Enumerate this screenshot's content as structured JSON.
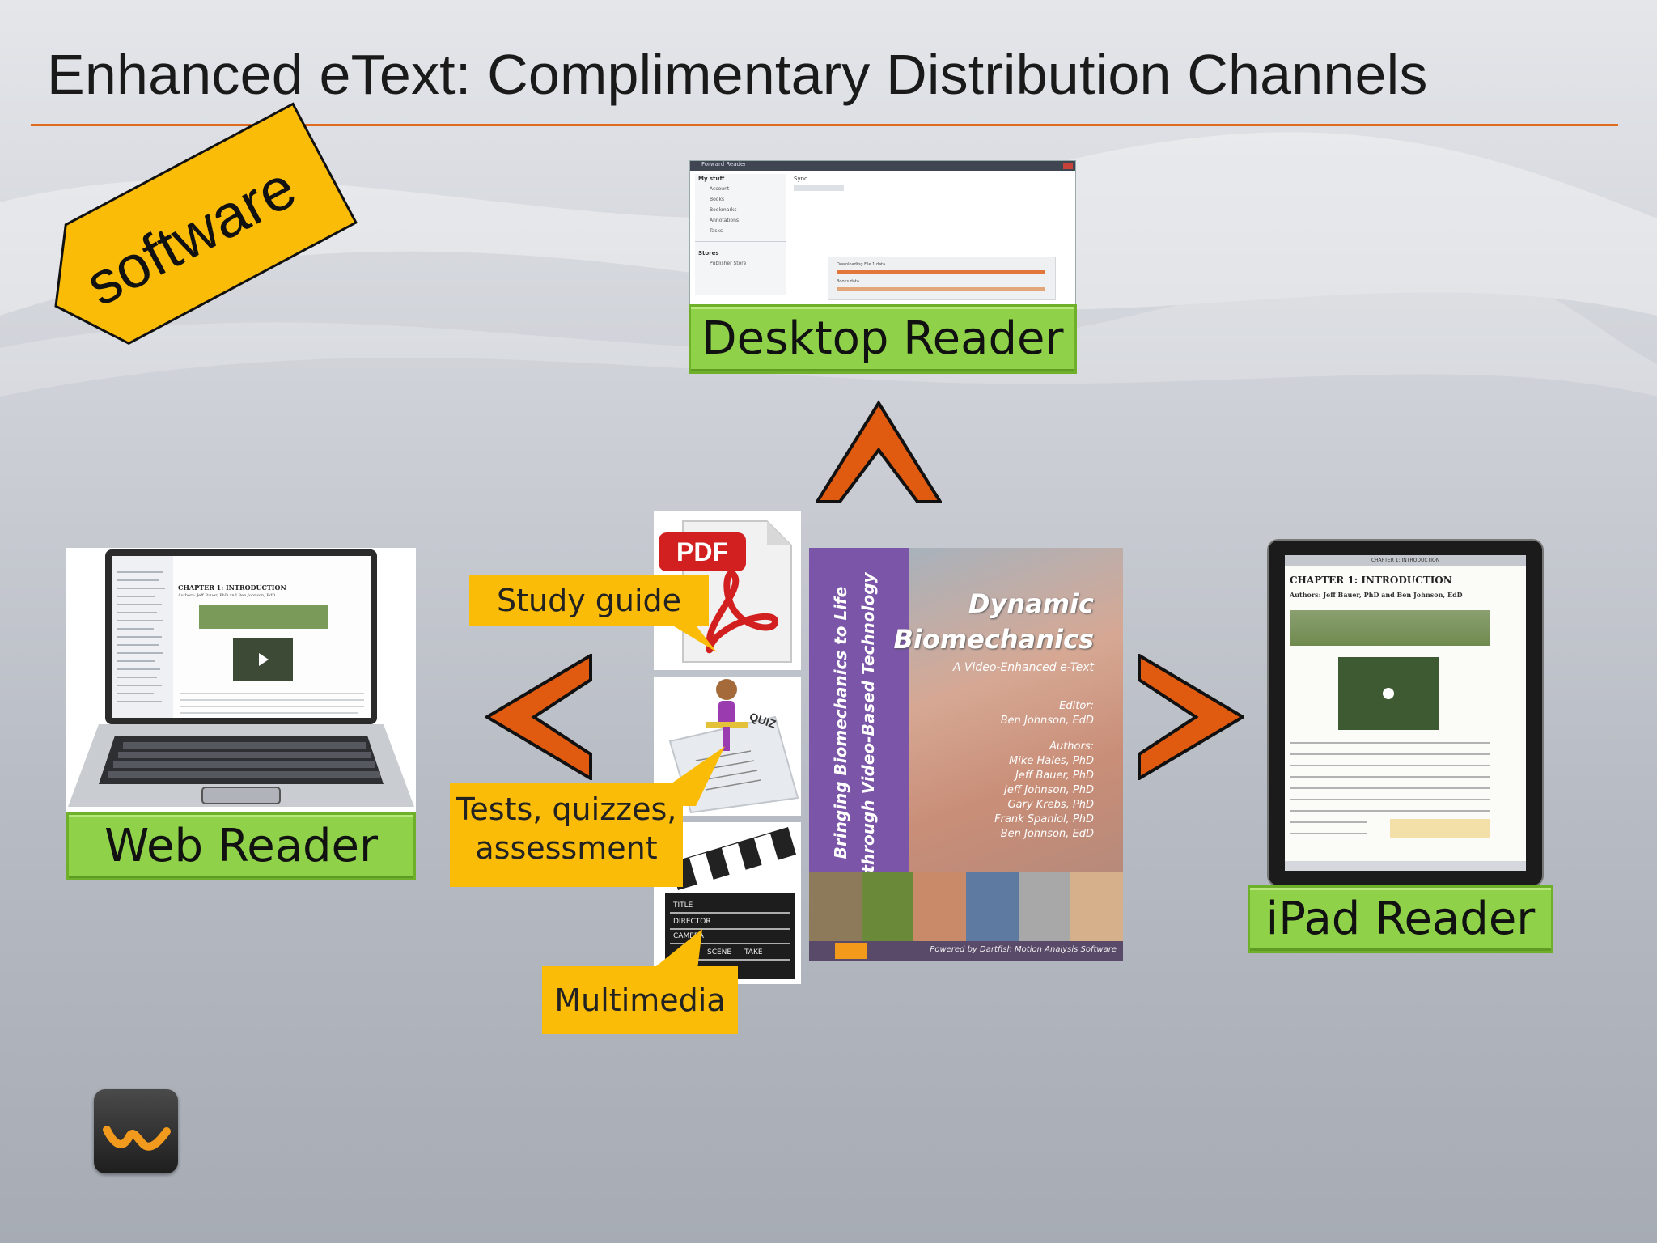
{
  "slide": {
    "title": "Enhanced eText: Complimentary Distribution Channels",
    "tag": "software"
  },
  "channels": {
    "desktop": "Desktop Reader",
    "web": "Web Reader",
    "ipad": "iPad Reader"
  },
  "features": {
    "study_guide": "Study guide",
    "tests_line1": "Tests, quizzes,",
    "tests_line2": "assessment",
    "multimedia": "Multimedia"
  },
  "desktop_screen": {
    "app_title": "Forward Reader",
    "sidebar_heading": "My stuff",
    "sidebar_items": [
      "Account",
      "Books",
      "Bookmarks",
      "Annotations",
      "Tasks"
    ],
    "stores_heading": "Stores",
    "store_item": "Publisher Store",
    "content_tab": "Sync",
    "download_1": "Downloading File 1 data",
    "download_2": "Books data"
  },
  "pdf_badge": "PDF",
  "quiz_label": "QUIZ",
  "clapper": {
    "title": "TITLE",
    "director": "DIRECTOR",
    "camera": "CAMERA",
    "scene": "SCENE",
    "take": "TAKE"
  },
  "book_cover": {
    "spine_line1": "Bringing Biomechanics to Life",
    "spine_line2": "through Video-Based Technology",
    "title_line1": "Dynamic",
    "title_line2": "Biomechanics",
    "subtitle": "A Video-Enhanced e-Text",
    "editor_label": "Editor:",
    "editor": "Ben Johnson, EdD",
    "authors_label": "Authors:",
    "authors": [
      "Mike Hales, PhD",
      "Jeff Bauer, PhD",
      "Jeff Johnson, PhD",
      "Gary Krebs, PhD",
      "Frank Spaniol, PhD",
      "Ben Johnson, EdD"
    ],
    "footer": "Powered by Dartfish Motion Analysis Software"
  },
  "ebook_page": {
    "chapter": "CHAPTER 1: INTRODUCTION",
    "authors": "Authors: Jeff Bauer, PhD and Ben Johnson, EdD",
    "nav": "CHAPTER 1: INTRODUCTION"
  },
  "colors": {
    "accent_orange": "#e06a1e",
    "arrow_fill": "#e05a10",
    "label_green": "#8fd24a",
    "callout_yellow": "#fbbc08",
    "book_purple": "#7b55a8"
  }
}
